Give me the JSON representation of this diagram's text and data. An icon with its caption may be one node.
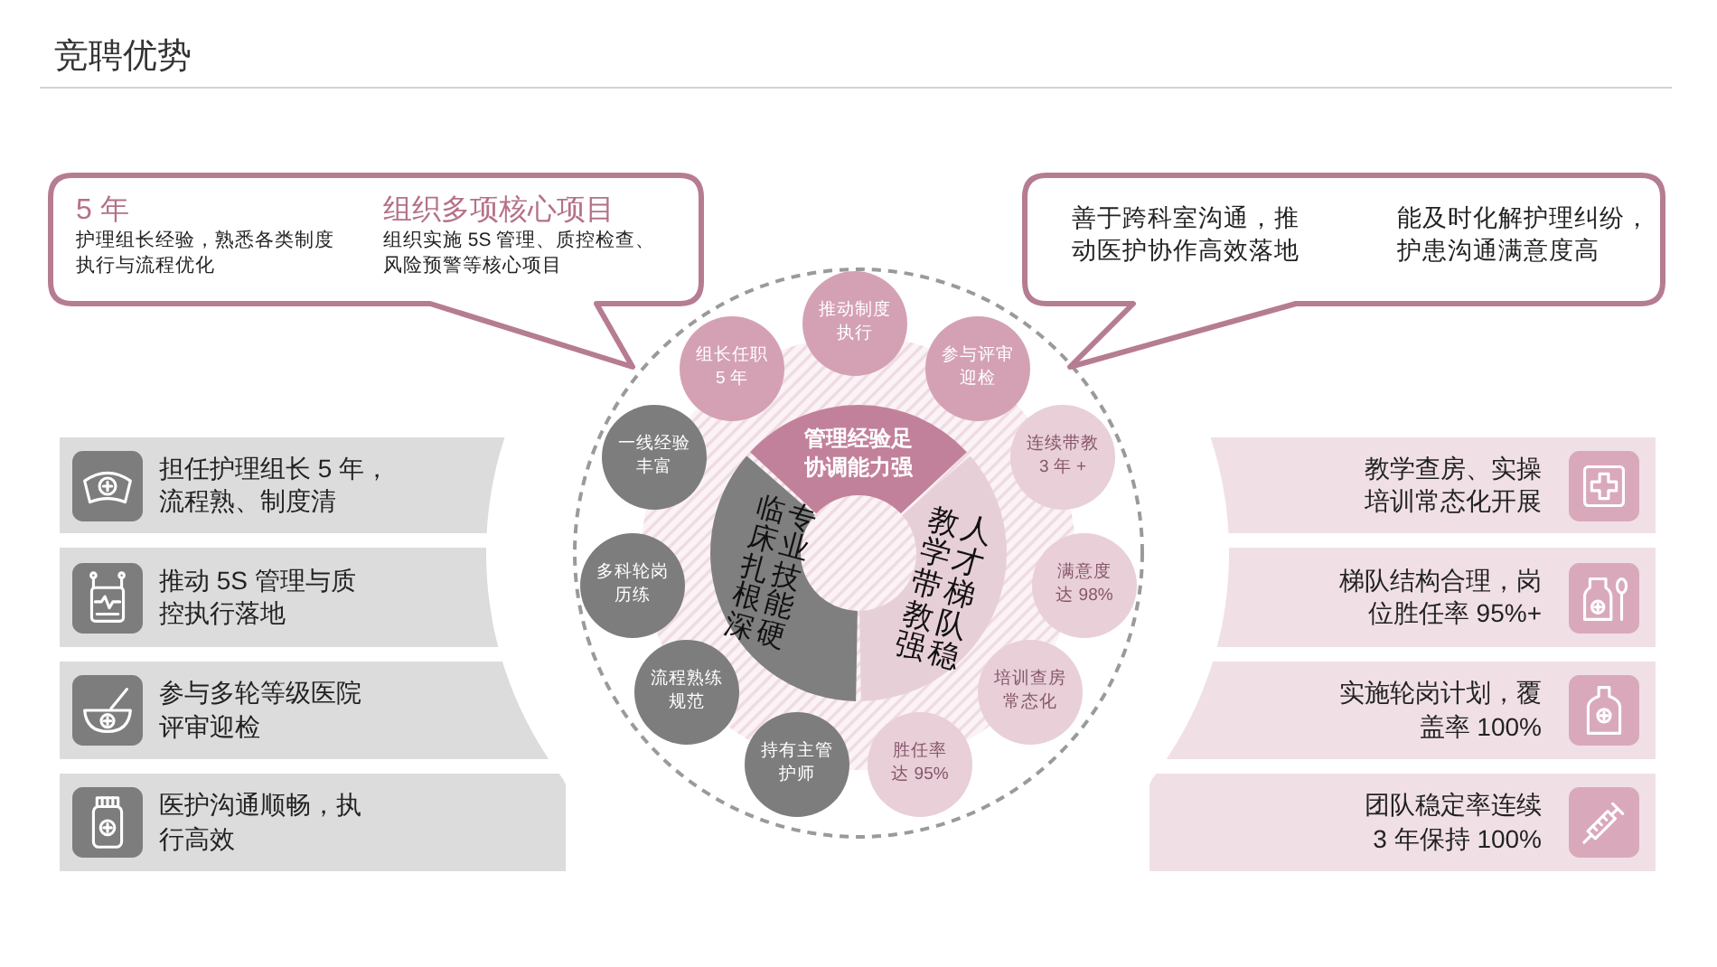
{
  "diagram": {
    "title": "竞聘优势",
    "nodes": [
      {
        "text": [
          "5 年",
          "护理组长经验，熟悉各类制度执行与流程优化",
          "组织多项核心项目",
          "组织实施 5S 管理、质控检查、风险预警等核心项目"
        ]
      },
      {
        "text": [
          "善于跨科室沟通，推动医护协作高效落地",
          "能及时化解护理纠纷，护患沟通满意度高"
        ]
      },
      {
        "text": [
          "担任护理组长 5 年，流程熟、制度清"
        ]
      },
      {
        "text": [
          "推动 5S 管理与质控执行落地"
        ]
      },
      {
        "text": [
          "参与多轮等级医院评审迎检"
        ]
      },
      {
        "text": [
          "医护沟通顺畅，执行高效"
        ]
      },
      {
        "text": [
          "管理经验足协调能力强"
        ]
      },
      {
        "text": [
          "临床扎根深专业技能硬"
        ]
      },
      {
        "text": [
          "教学带教强人才梯队稳"
        ]
      },
      {
        "text": [
          "组长任职 5 年"
        ]
      },
      {
        "text": [
          "推动制度执行"
        ]
      },
      {
        "text": [
          "参与评审迎检"
        ]
      },
      {
        "text": [
          "一线经验丰富"
        ]
      },
      {
        "text": [
          "多科轮岗历练"
        ]
      },
      {
        "text": [
          "流程熟练规范"
        ]
      },
      {
        "text": [
          "持有主管护师"
        ]
      },
      {
        "text": [
          "连续带教 3 年 +"
        ]
      },
      {
        "text": [
          "满意度达 98%"
        ]
      },
      {
        "text": [
          "培训查房常态化"
        ]
      },
      {
        "text": [
          "胜任率达 95%"
        ]
      },
      {
        "text": [
          "教学查房、实操培训常态化开展"
        ]
      },
      {
        "text": [
          "梯队结构合理，岗位胜任率 95%+"
        ]
      },
      {
        "text": [
          "实施轮岗计划，覆盖率 100%"
        ]
      },
      {
        "text": [
          "团队稳定率连续 3 年保持 100%"
        ]
      }
    ]
  }
}
